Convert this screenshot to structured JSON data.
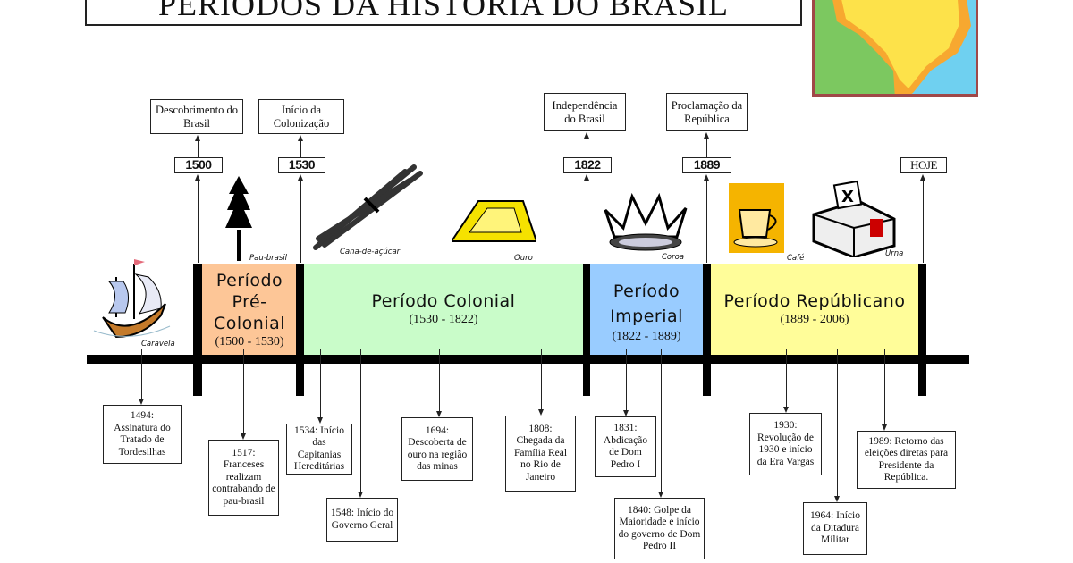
{
  "title": "PERÍODOS DA HISTÓRIA DO BRASIL",
  "top_events": [
    {
      "year": "1500",
      "label": "Descobrimento do Brasil"
    },
    {
      "year": "1530",
      "label": "Início da Colonização"
    },
    {
      "year": "1822",
      "label": "Independência do Brasil"
    },
    {
      "year": "1889",
      "label": "Proclamação da República"
    },
    {
      "year": "HOJE"
    }
  ],
  "periods": [
    {
      "name": "Período Pré-Colonial",
      "years": "(1500 - 1530)",
      "color": "#fdc697"
    },
    {
      "name": "Período Colonial",
      "years": "(1530 - 1822)",
      "color": "#c9fcc9"
    },
    {
      "name": "Período Imperial",
      "years": "(1822 - 1889)",
      "color": "#99ccff"
    },
    {
      "name": "Período Repúblicano",
      "years": "(1889 - 2006)",
      "color": "#fffd99"
    }
  ],
  "illustrations": [
    "Caravela",
    "Pau-brasil",
    "Cana-de-açúcar",
    "Ouro",
    "Coroa",
    "Café",
    "Urna"
  ],
  "bottom_events": [
    {
      "year": "1494:",
      "text": "Assinatura do Tratado de Tordesilhas"
    },
    {
      "year": "1517:",
      "text": "Franceses realizam contrabando de pau-brasil"
    },
    {
      "year": "1534:",
      "text": "Início das Capitanias Hereditárias"
    },
    {
      "year": "1548:",
      "text": "Início do Governo Geral"
    },
    {
      "year": "1694:",
      "text": "Descoberta de ouro na região das minas"
    },
    {
      "year": "1808:",
      "text": "Chegada da Família Real no Rio de Janeiro"
    },
    {
      "year": "1831:",
      "text": "Abdicação de Dom Pedro I"
    },
    {
      "year": "1840:",
      "text": "Golpe da Maioridade e início do governo de Dom Pedro II"
    },
    {
      "year": "1930:",
      "text": "Revolução de 1930 e início da Era Vargas"
    },
    {
      "year": "1964:",
      "text": "Início da Ditadura Militar"
    },
    {
      "year": "1989:",
      "text": "Retorno das eleições diretas para Presidente da República."
    }
  ]
}
